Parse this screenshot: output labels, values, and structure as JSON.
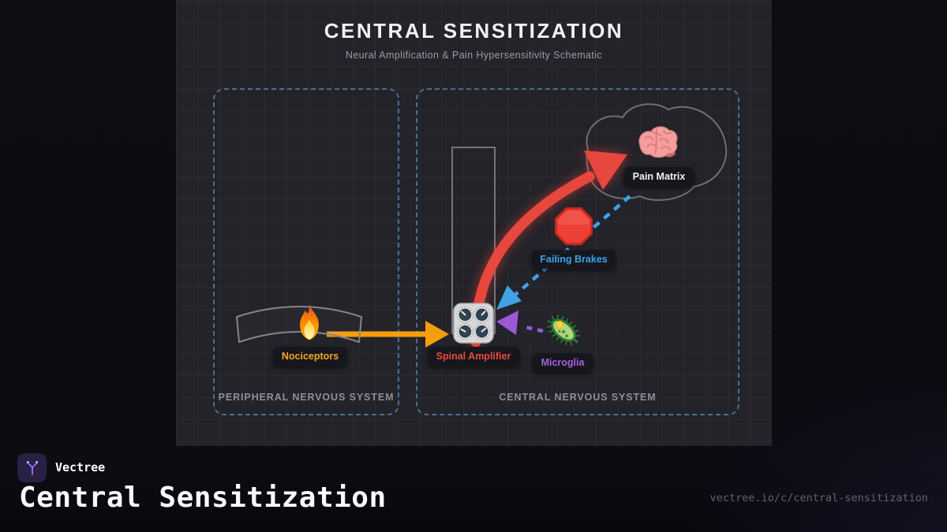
{
  "poster": {
    "title": "CENTRAL SENSITIZATION",
    "subtitle": "Neural Amplification & Pain Hypersensitivity Schematic"
  },
  "regions": {
    "peripheral": {
      "label": "PERIPHERAL NERVOUS SYSTEM"
    },
    "central": {
      "label": "CENTRAL NERVOUS SYSTEM"
    }
  },
  "nodes": [
    {
      "id": "nociceptors",
      "label": "Nociceptors",
      "icon": "fire-icon",
      "label_color": "#f5a623"
    },
    {
      "id": "spinal-amplifier",
      "label": "Spinal Amplifier",
      "icon": "knobs-icon",
      "label_color": "#e84b3d"
    },
    {
      "id": "failing-brakes",
      "label": "Failing Brakes",
      "icon": "stop-sign-icon",
      "label_color": "#3fa2e6"
    },
    {
      "id": "microglia",
      "label": "Microglia",
      "icon": "microbe-icon",
      "label_color": "#a463d6"
    },
    {
      "id": "pain-matrix",
      "label": "Pain Matrix",
      "icon": "brain-icon",
      "label_color": "#f2f2f4"
    }
  ],
  "arrows": [
    {
      "from": "nociceptors",
      "to": "spinal-amplifier",
      "style": "solid",
      "color": "#f59e0b"
    },
    {
      "from": "spinal-amplifier",
      "to": "pain-matrix",
      "style": "solid-glow-curve",
      "color": "#e8473e"
    },
    {
      "from": "failing-brakes",
      "to": "spinal-amplifier",
      "style": "dashed",
      "color": "#3fa2e6"
    },
    {
      "from": "microglia",
      "to": "spinal-amplifier",
      "style": "dashed",
      "color": "#9b59d6"
    }
  ],
  "footer": {
    "brand": "Vectree",
    "heading": "Central Sensitization",
    "url": "vectree.io/c/central-sensitization",
    "logo_icon": "vectree-branch-icon"
  },
  "colors": {
    "panel_bg": "#232329",
    "outer_bg": "#0d0d13",
    "region_border": "#4d6e94",
    "accent_amber": "#f59e0b",
    "accent_red": "#e8473e",
    "accent_blue": "#3fa2e6",
    "accent_purple": "#9b59d6"
  }
}
